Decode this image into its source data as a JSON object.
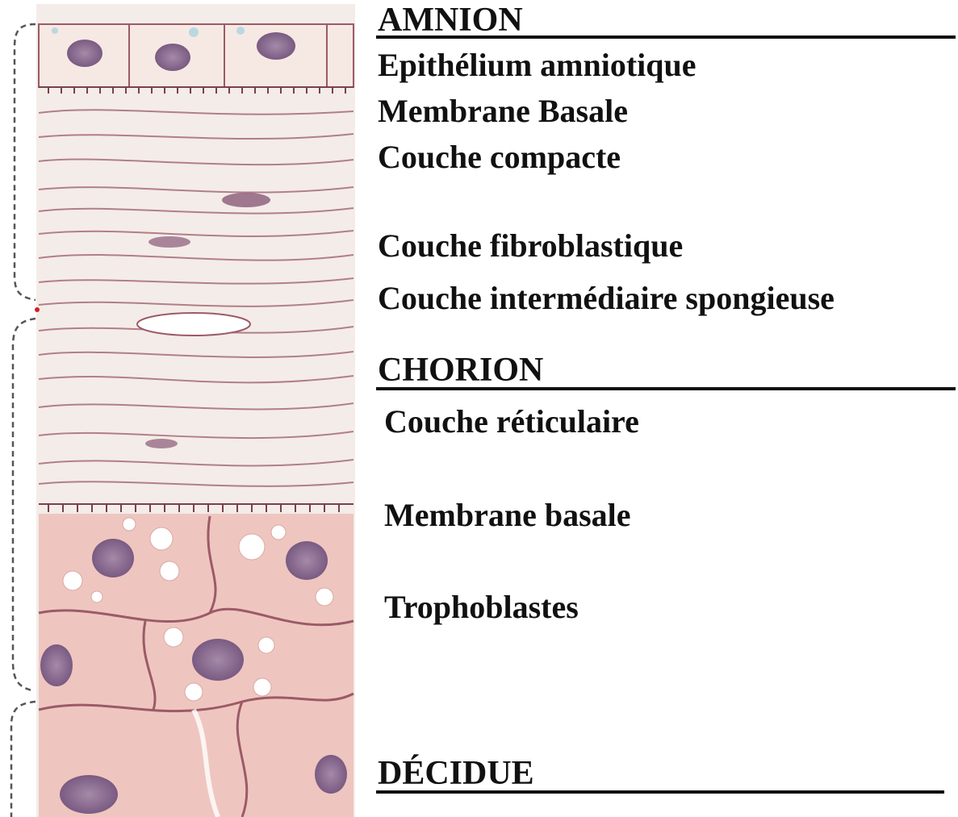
{
  "sections": {
    "amnion": {
      "title": "AMNION",
      "layers": [
        "Epithélium amniotique",
        "Membrane Basale",
        "Couche compacte",
        "Couche fibroblastique",
        "Couche intermédiaire spongieuse"
      ]
    },
    "chorion": {
      "title": "CHORION",
      "layers": [
        "Couche réticulaire",
        "Membrane basale",
        "Trophoblastes"
      ]
    },
    "decidue": {
      "title": "DÉCIDUE"
    }
  },
  "colors": {
    "text": "#111111",
    "tissue_base": "#f4ece8",
    "fiber": "#9c5a68",
    "cell_pink": "#eec6bf",
    "nucleus": "#8a6a8f"
  }
}
